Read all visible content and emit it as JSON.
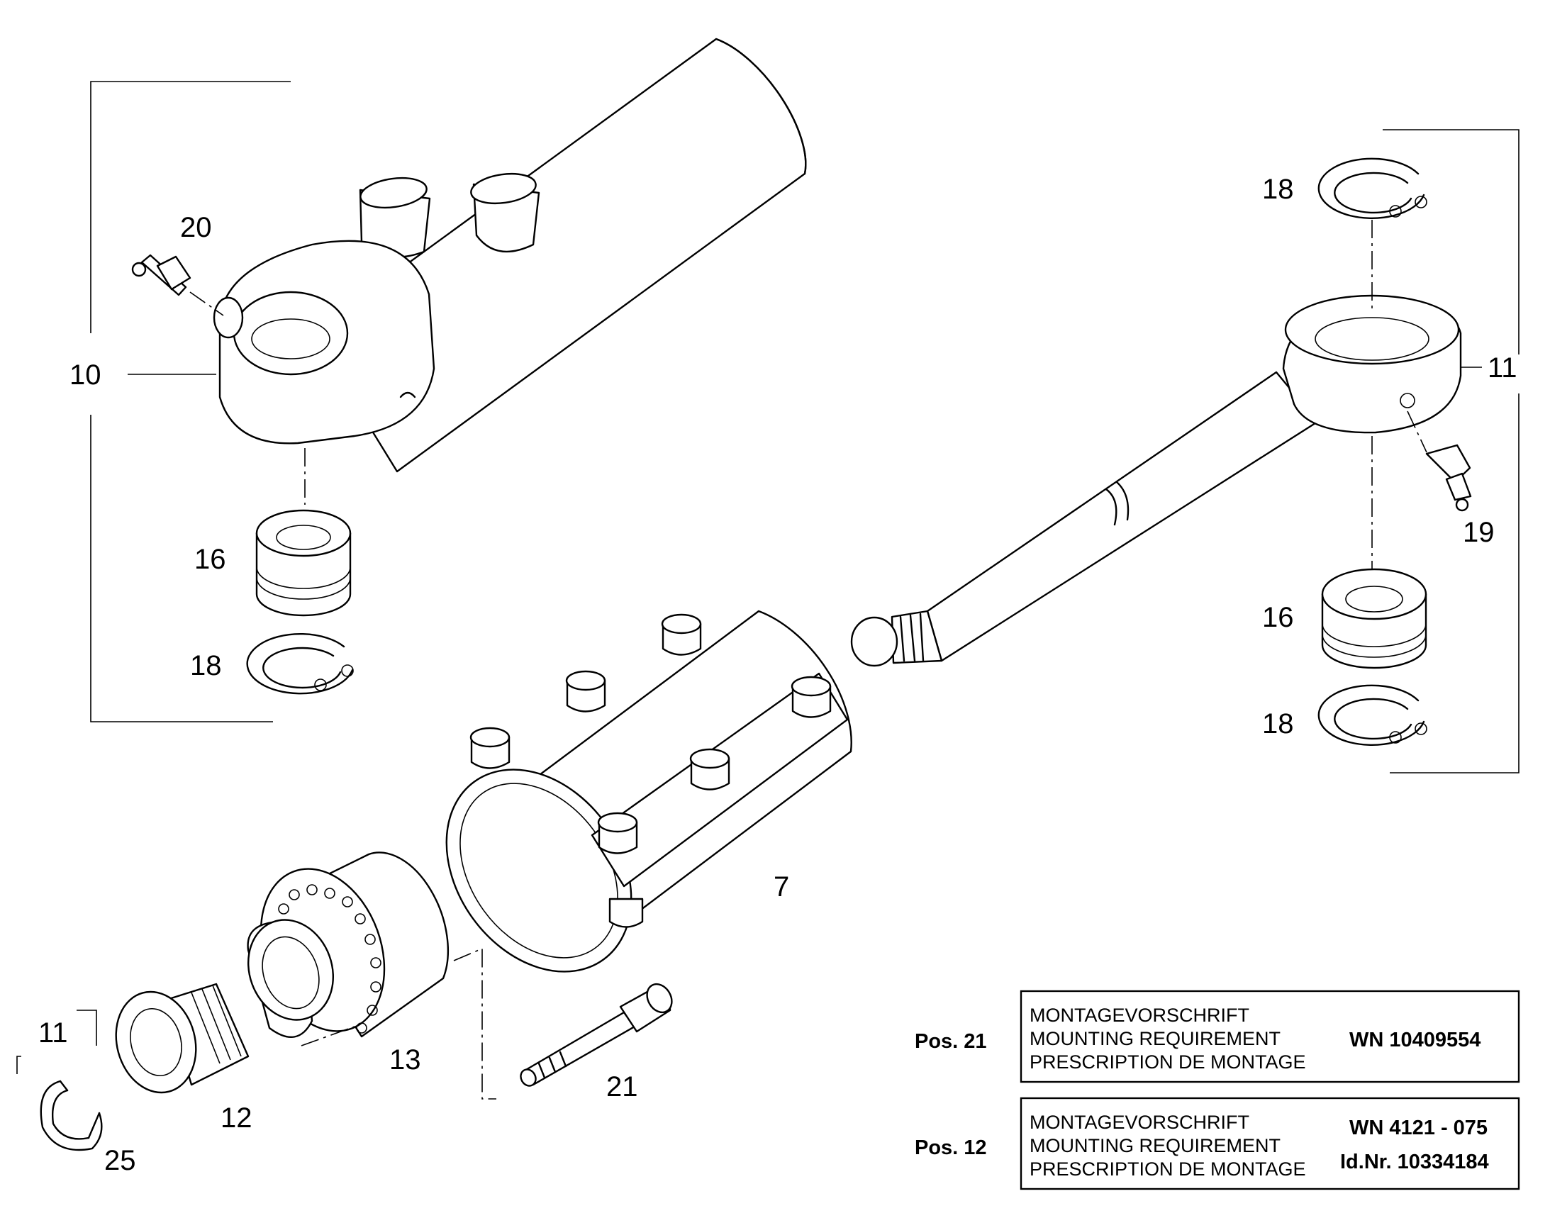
{
  "labels": {
    "p7": "7",
    "p10": "10",
    "p11_right": "11",
    "p11_left": "11",
    "p12": "12",
    "p13": "13",
    "p16_left": "16",
    "p16_right": "16",
    "p18_left": "18",
    "p18_right_top": "18",
    "p18_right_bottom": "18",
    "p19": "19",
    "p20": "20",
    "p21": "21",
    "p25": "25"
  },
  "notes": [
    {
      "pos": "Pos. 21",
      "lines": [
        "MONTAGEVORSCHRIFT",
        "MOUNTING REQUIREMENT",
        "PRESCRIPTION DE MONTAGE"
      ],
      "ref1": "WN 10409554",
      "ref2": ""
    },
    {
      "pos": "Pos. 12",
      "lines": [
        "MONTAGEVORSCHRIFT",
        "MOUNTING REQUIREMENT",
        "PRESCRIPTION DE MONTAGE"
      ],
      "ref1": "WN 4121 - 075",
      "ref2": "Id.Nr. 10334184"
    }
  ]
}
